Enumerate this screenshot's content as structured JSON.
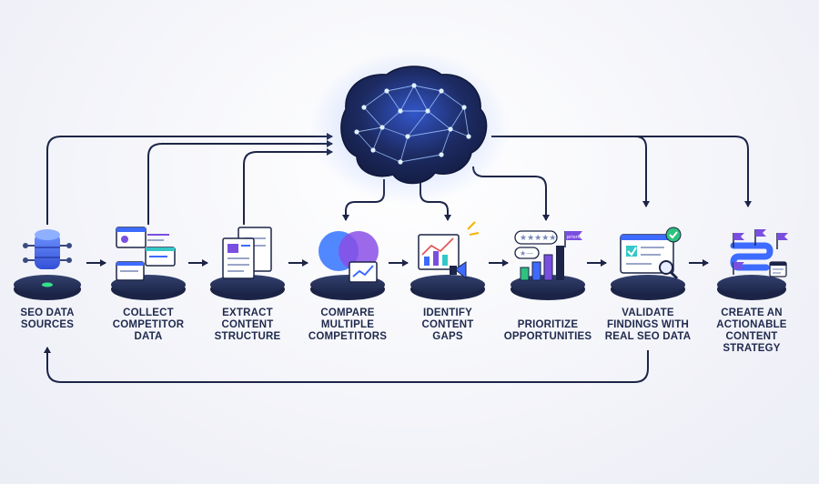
{
  "steps": [
    {
      "id": "seo-data-sources",
      "label": "SEO DATA\nSOURCES"
    },
    {
      "id": "collect-competitor-data",
      "label": "COLLECT\nCOMPETITOR\nDATA"
    },
    {
      "id": "extract-content-structure",
      "label": "EXTRACT\nCONTENT\nSTRUCTURE"
    },
    {
      "id": "compare-multiple-competitors",
      "label": "COMPARE\nMULTIPLE\nCOMPETITORS"
    },
    {
      "id": "identify-content-gaps",
      "label": "IDENTIFY\nCONTENT\nGAPS"
    },
    {
      "id": "prioritize-opportunities",
      "label": "PRIORITIZE\nOPPORTUNITIES"
    },
    {
      "id": "validate-findings",
      "label": "VALIDATE\nFINDINGS WITH\nREAL SEO DATA"
    },
    {
      "id": "create-strategy",
      "label": "CREATE AN\nACTIONABLE\nCONTENT\nSTRATEGY"
    }
  ],
  "priority_tag": "priority",
  "colors": {
    "arrow": "#1c2547",
    "platform": "#1b2446",
    "platform_top": "#2a355c",
    "brain": "#1d2b63",
    "brain_glow": "#5c8cff",
    "accent_blue": "#3d6bff",
    "accent_purple": "#7a4fe0",
    "accent_green": "#2ec27e",
    "accent_teal": "#35c8c8"
  },
  "icons": [
    "database-icon",
    "competitor-screens-icon",
    "documents-icon",
    "venn-overlap-icon",
    "gap-chart-megaphone-icon",
    "rating-bar-chart-icon",
    "validation-check-icon",
    "roadmap-flags-icon"
  ]
}
